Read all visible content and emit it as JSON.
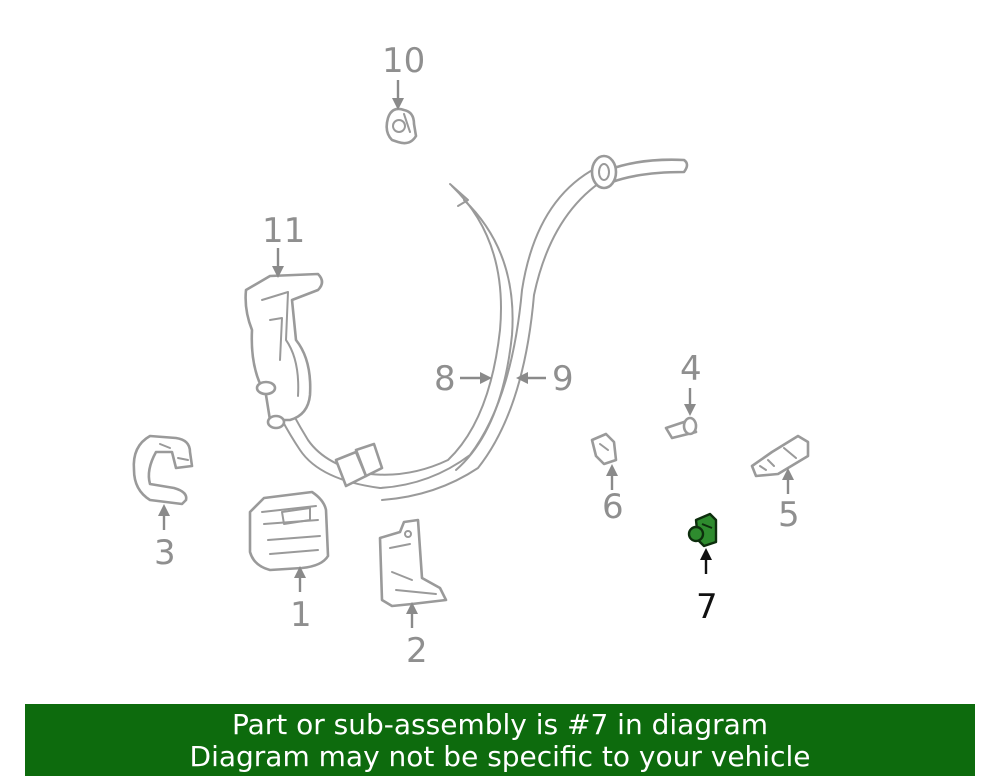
{
  "diagram": {
    "selected_part": "7",
    "callouts": [
      "1",
      "2",
      "3",
      "4",
      "5",
      "6",
      "7",
      "8",
      "9",
      "10",
      "11"
    ],
    "colors": {
      "part_line": "#9a9a9a",
      "selected_fill": "#2e8b2e",
      "banner": "#0d6b0d"
    }
  },
  "banner": {
    "line1": "Part or sub-assembly is #7 in diagram",
    "line2": "Diagram may not be specific to your vehicle"
  }
}
